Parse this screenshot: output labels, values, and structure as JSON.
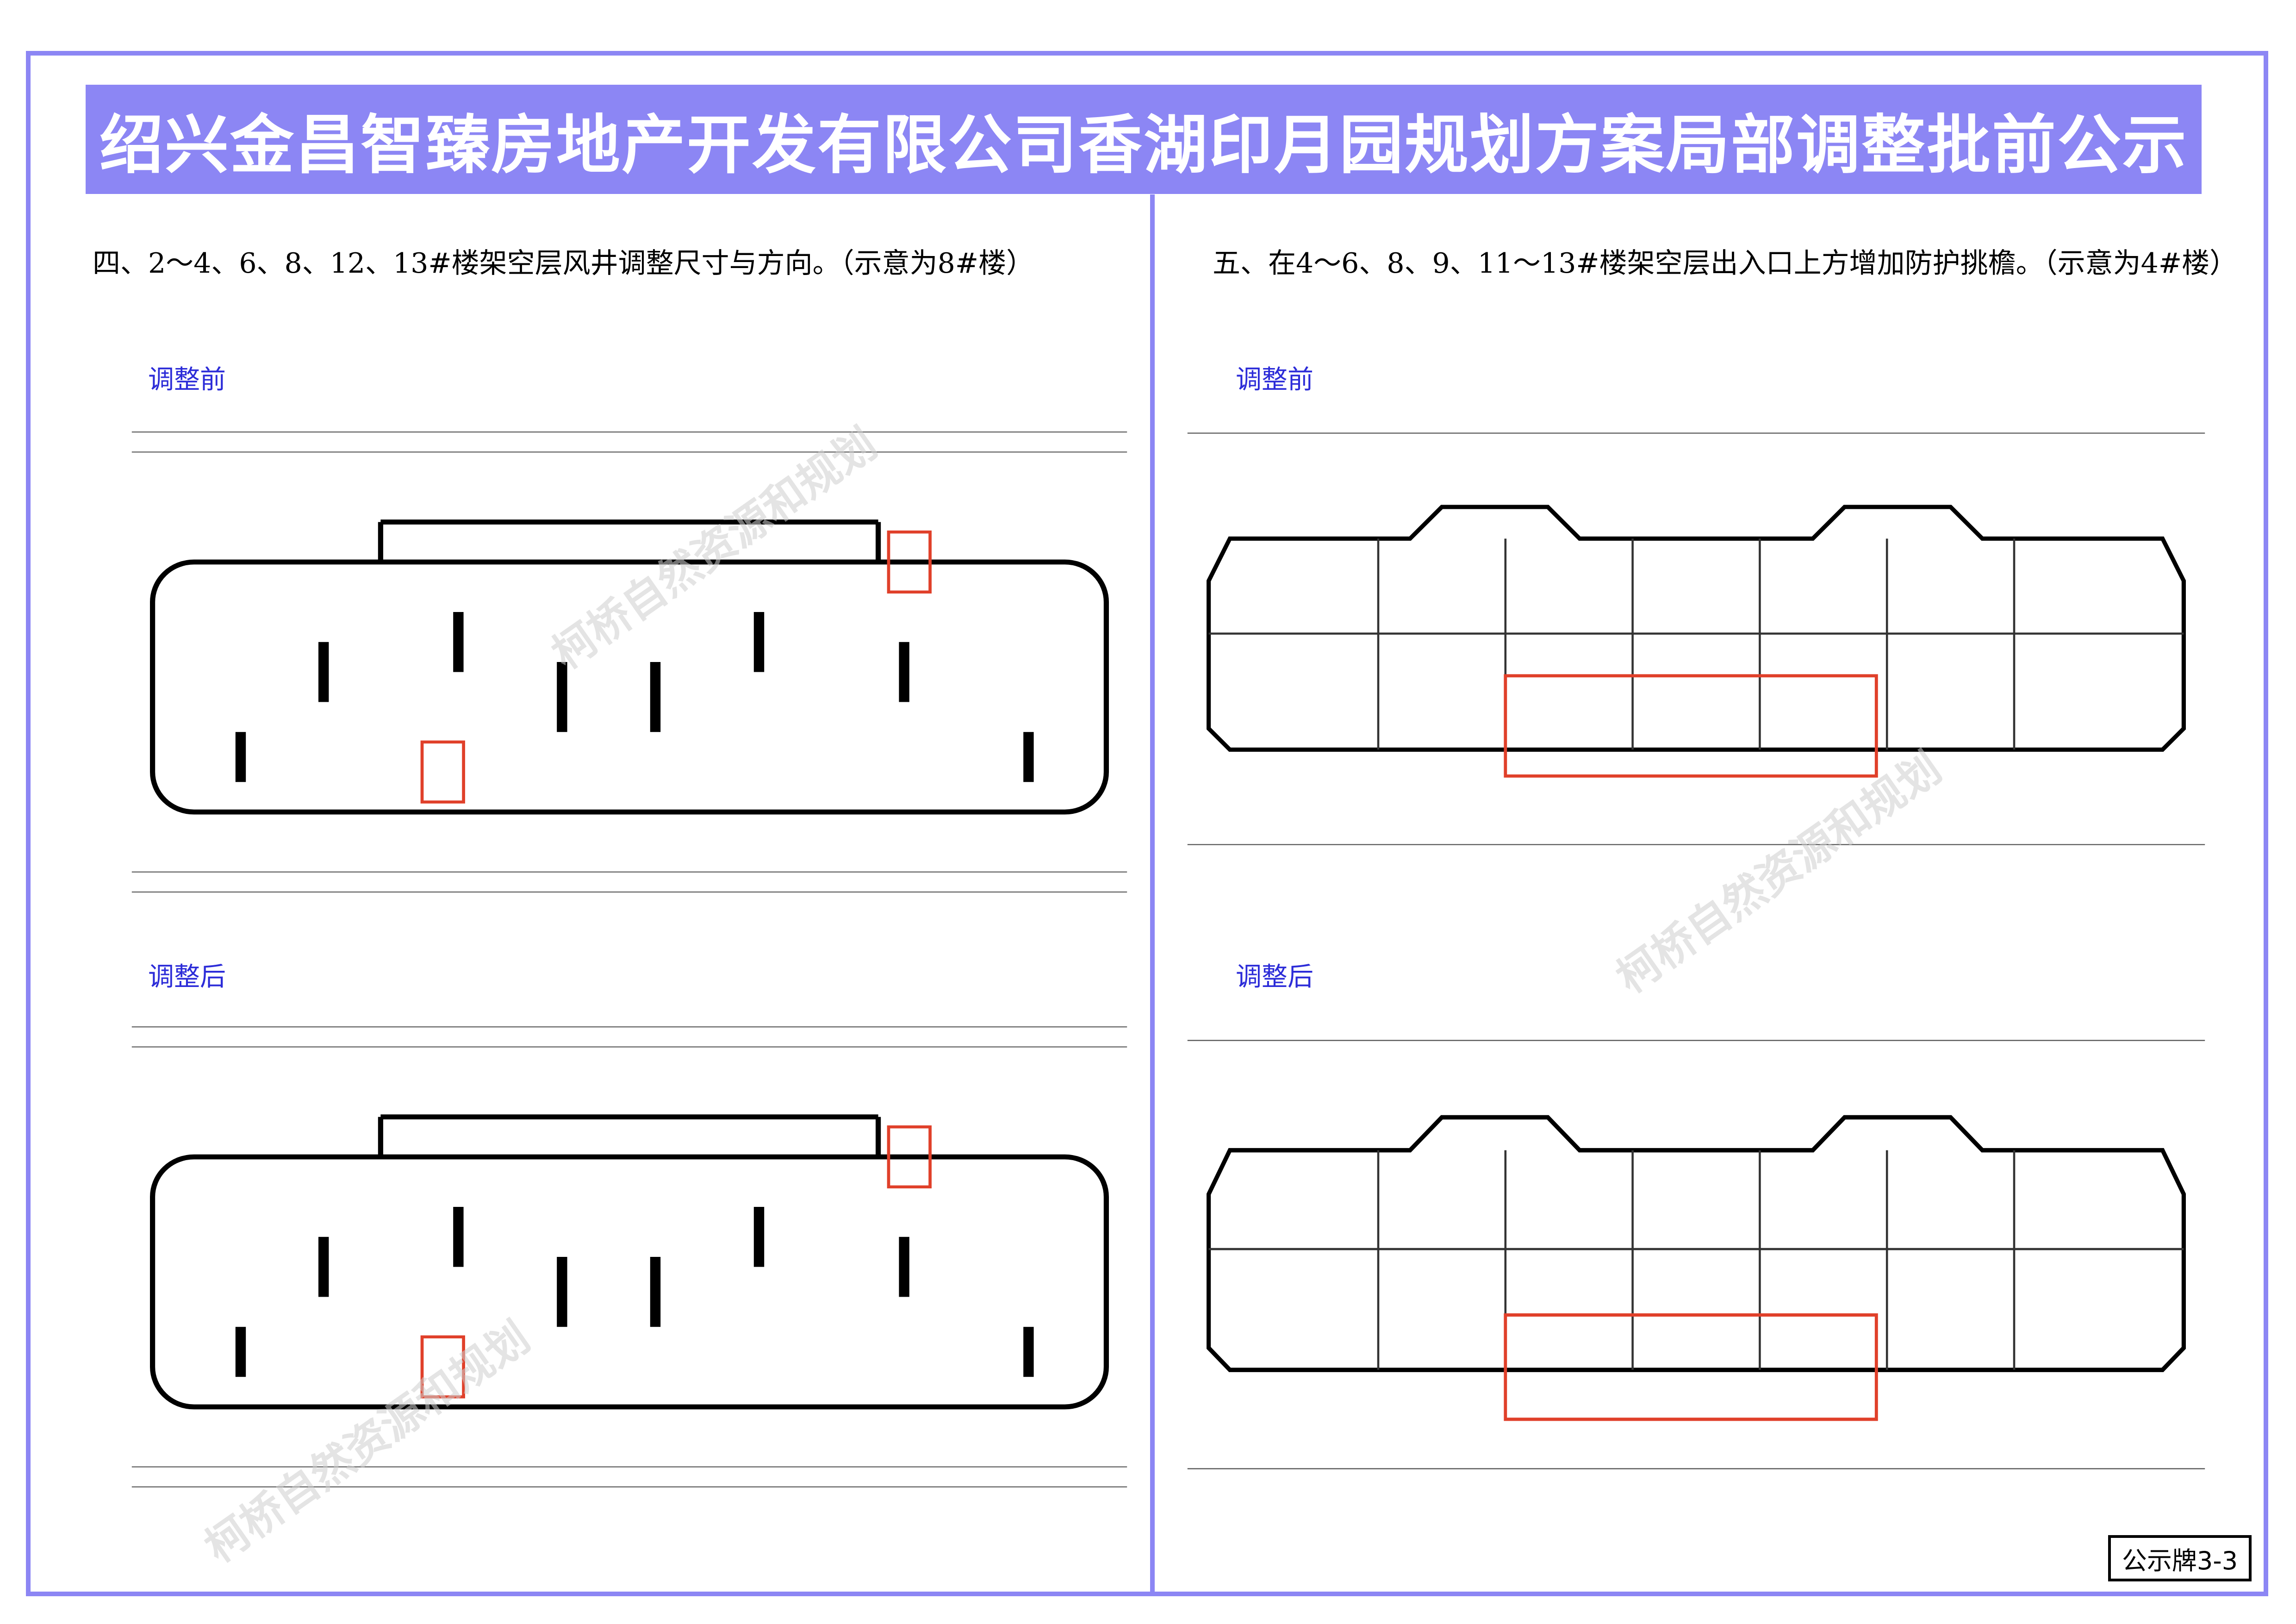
{
  "title": "绍兴金昌智臻房地产开发有限公司香湖印月园规划方案局部调整批前公示",
  "sections": [
    {
      "heading": "四、2～4、6、8、12、13#楼架空层风井调整尺寸与方向。（示意为8#楼）",
      "before_label": "调整前",
      "after_label": "调整后"
    },
    {
      "heading": "五、在4～6、8、9、11～13#楼架空层出入口上方增加防护挑檐。（示意为4#楼）",
      "before_label": "调整前",
      "after_label": "调整后"
    }
  ],
  "badge": "公示牌3-3",
  "watermark_text": "柯桥自然资源和规划",
  "colors": {
    "frame": "#8c86f4",
    "label_blue": "#2c2cd8",
    "highlight_red": "#e0402a"
  }
}
